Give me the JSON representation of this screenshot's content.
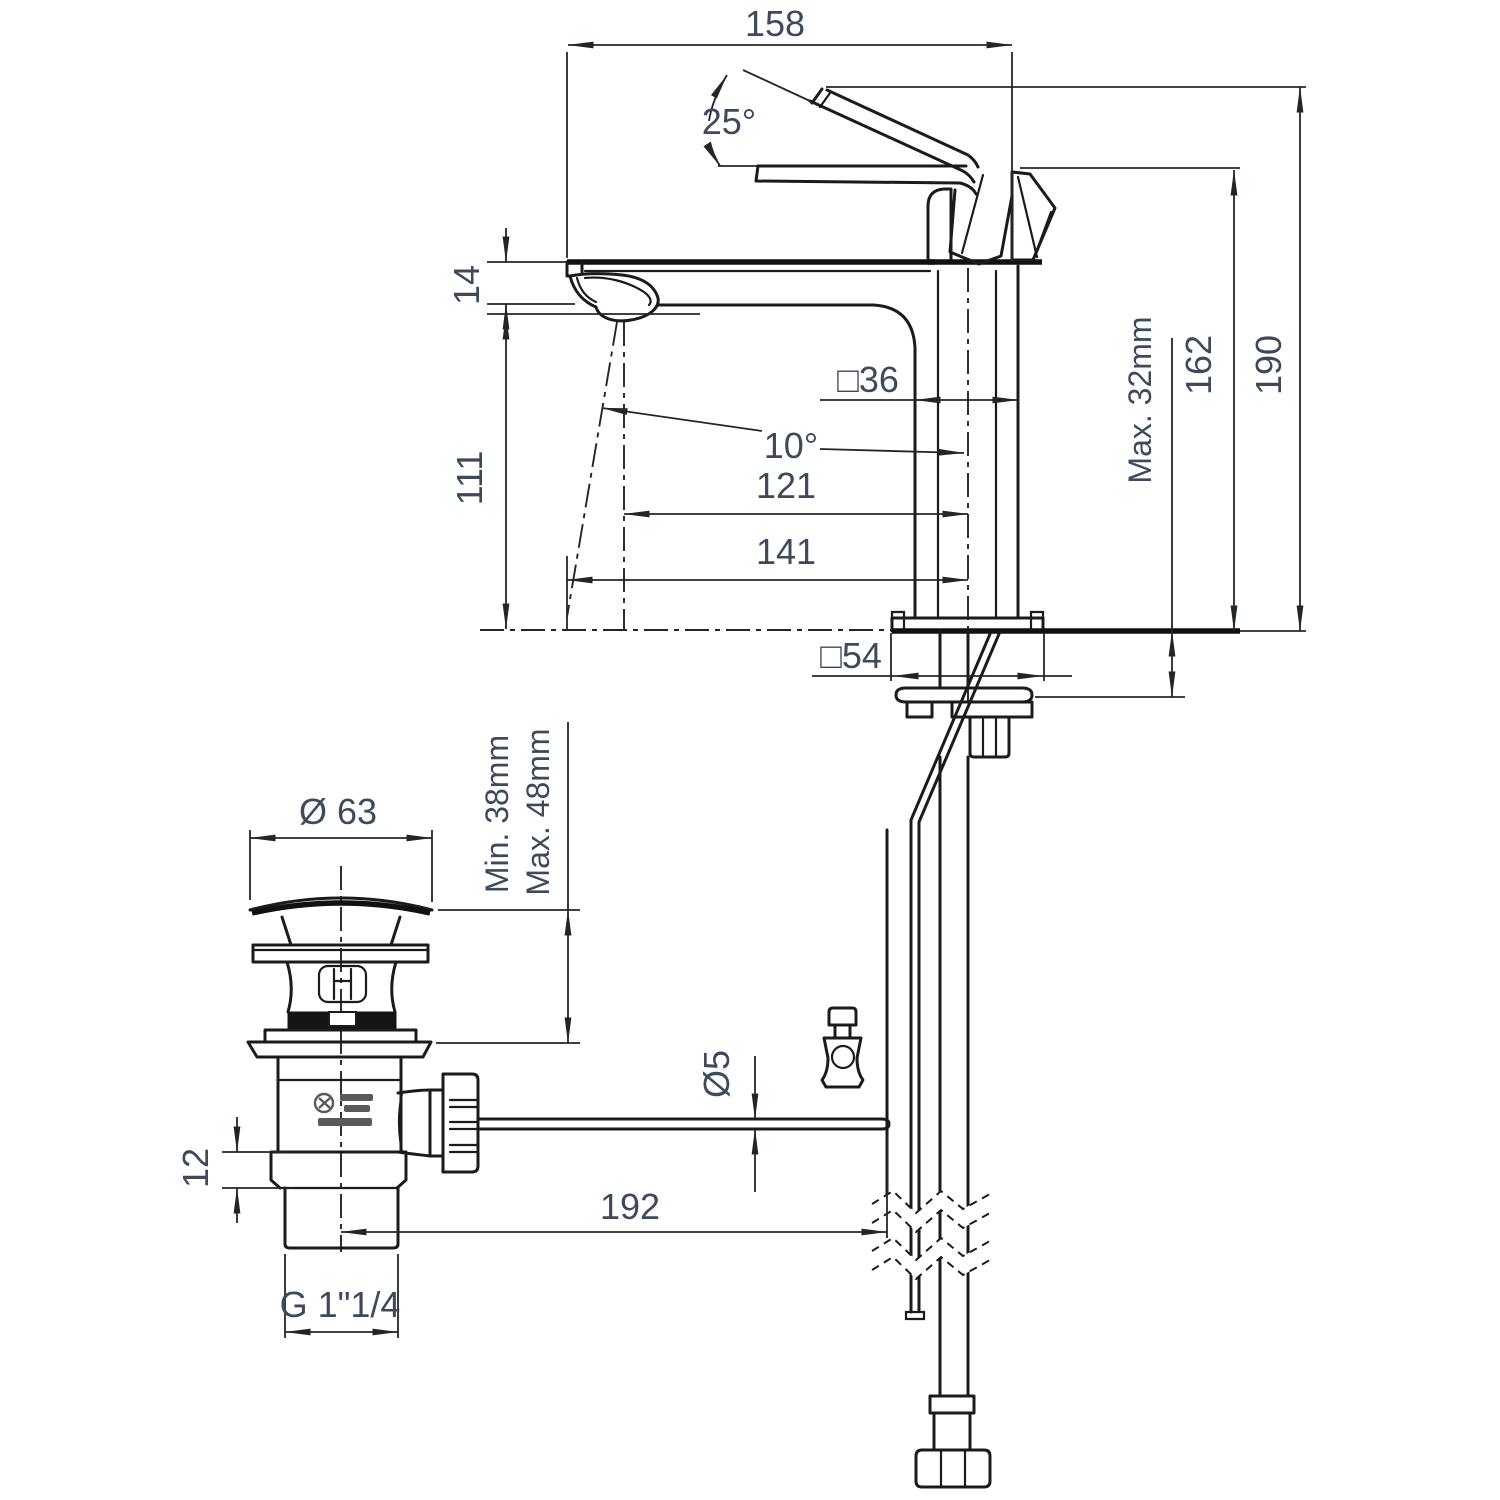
{
  "diagram": {
    "type": "technical-dimension-drawing",
    "subject": "single-lever basin mixer tap with pop-up waste drain",
    "colors": {
      "line": "#1b1b1b",
      "dimension_text": "#3d4a5c",
      "background": "#ffffff"
    },
    "dimensions": {
      "spout_reach": "158",
      "lever_opening_angle": "25°",
      "spout_tip_thickness": "14",
      "spout_underside_height": "111",
      "body_square_width": "□36",
      "stream_angle": "10°",
      "aerator_projection": "121",
      "stream_projection": "141",
      "height_lever_closed": "162",
      "height_lever_open": "190",
      "deck_max_thickness": "Max. 32mm",
      "base_square_width": "□54",
      "waste_cap_diameter": "Ø 63",
      "waste_clamp_min": "Min. 38mm",
      "waste_clamp_max": "Max. 48mm",
      "waste_flange_height": "12",
      "popup_rod_length": "192",
      "popup_rod_diameter": "Ø5",
      "waste_thread": "G 1\"1/4"
    }
  }
}
